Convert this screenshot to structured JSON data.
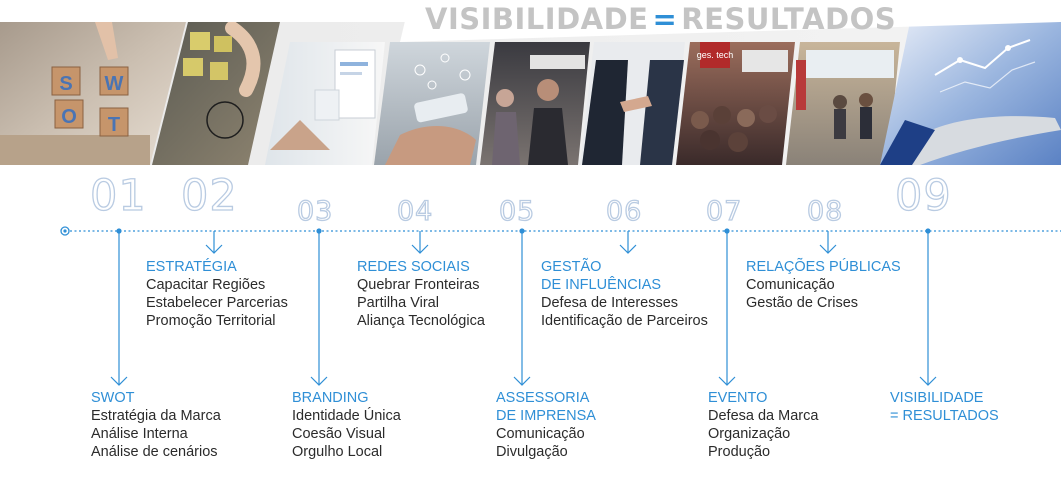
{
  "header": {
    "left": "VISIBILIDADE",
    "equals": "=",
    "right": "RESULTADOS"
  },
  "banner": {
    "swot_letters": [
      "S",
      "W",
      "O",
      "T"
    ],
    "event_sign": "ges. tech"
  },
  "colors": {
    "accent": "#2f8fd6",
    "number_outline": "#b9cbe2",
    "heading_gray": "#c4c4c4",
    "text": "#2b2b2b"
  },
  "steps": [
    {
      "num": "01",
      "title": [
        "SWOT"
      ],
      "items": [
        "Estratégia da Marca",
        "Análise Interna",
        "Análise de cenários"
      ]
    },
    {
      "num": "02",
      "title": [
        "ESTRATÉGIA"
      ],
      "items": [
        "Capacitar Regiões",
        "Estabelecer Parcerias",
        "Promoção Territorial"
      ]
    },
    {
      "num": "03",
      "title": [
        "BRANDING"
      ],
      "items": [
        "Identidade Única",
        "Coesão Visual",
        "Orgulho Local"
      ]
    },
    {
      "num": "04",
      "title": [
        "REDES SOCIAIS"
      ],
      "items": [
        "Quebrar Fronteiras",
        "Partilha Viral",
        "Aliança Tecnológica"
      ]
    },
    {
      "num": "05",
      "title": [
        "ASSESSORIA",
        "DE IMPRENSA"
      ],
      "items": [
        "Comunicação",
        "Divulgação"
      ]
    },
    {
      "num": "06",
      "title": [
        "GESTÃO",
        "DE INFLUÊNCIAS"
      ],
      "items": [
        "Defesa de Interesses",
        "Identificação de Parceiros"
      ]
    },
    {
      "num": "07",
      "title": [
        "EVENTO"
      ],
      "items": [
        "Defesa da Marca",
        "Organização",
        "Produção"
      ]
    },
    {
      "num": "08",
      "title": [
        "RELAÇÕES PÚBLICAS"
      ],
      "items": [
        "Comunicação",
        "Gestão de Crises"
      ]
    },
    {
      "num": "09",
      "title": [
        "VISIBILIDADE",
        "= RESULTADOS"
      ],
      "items": []
    }
  ]
}
